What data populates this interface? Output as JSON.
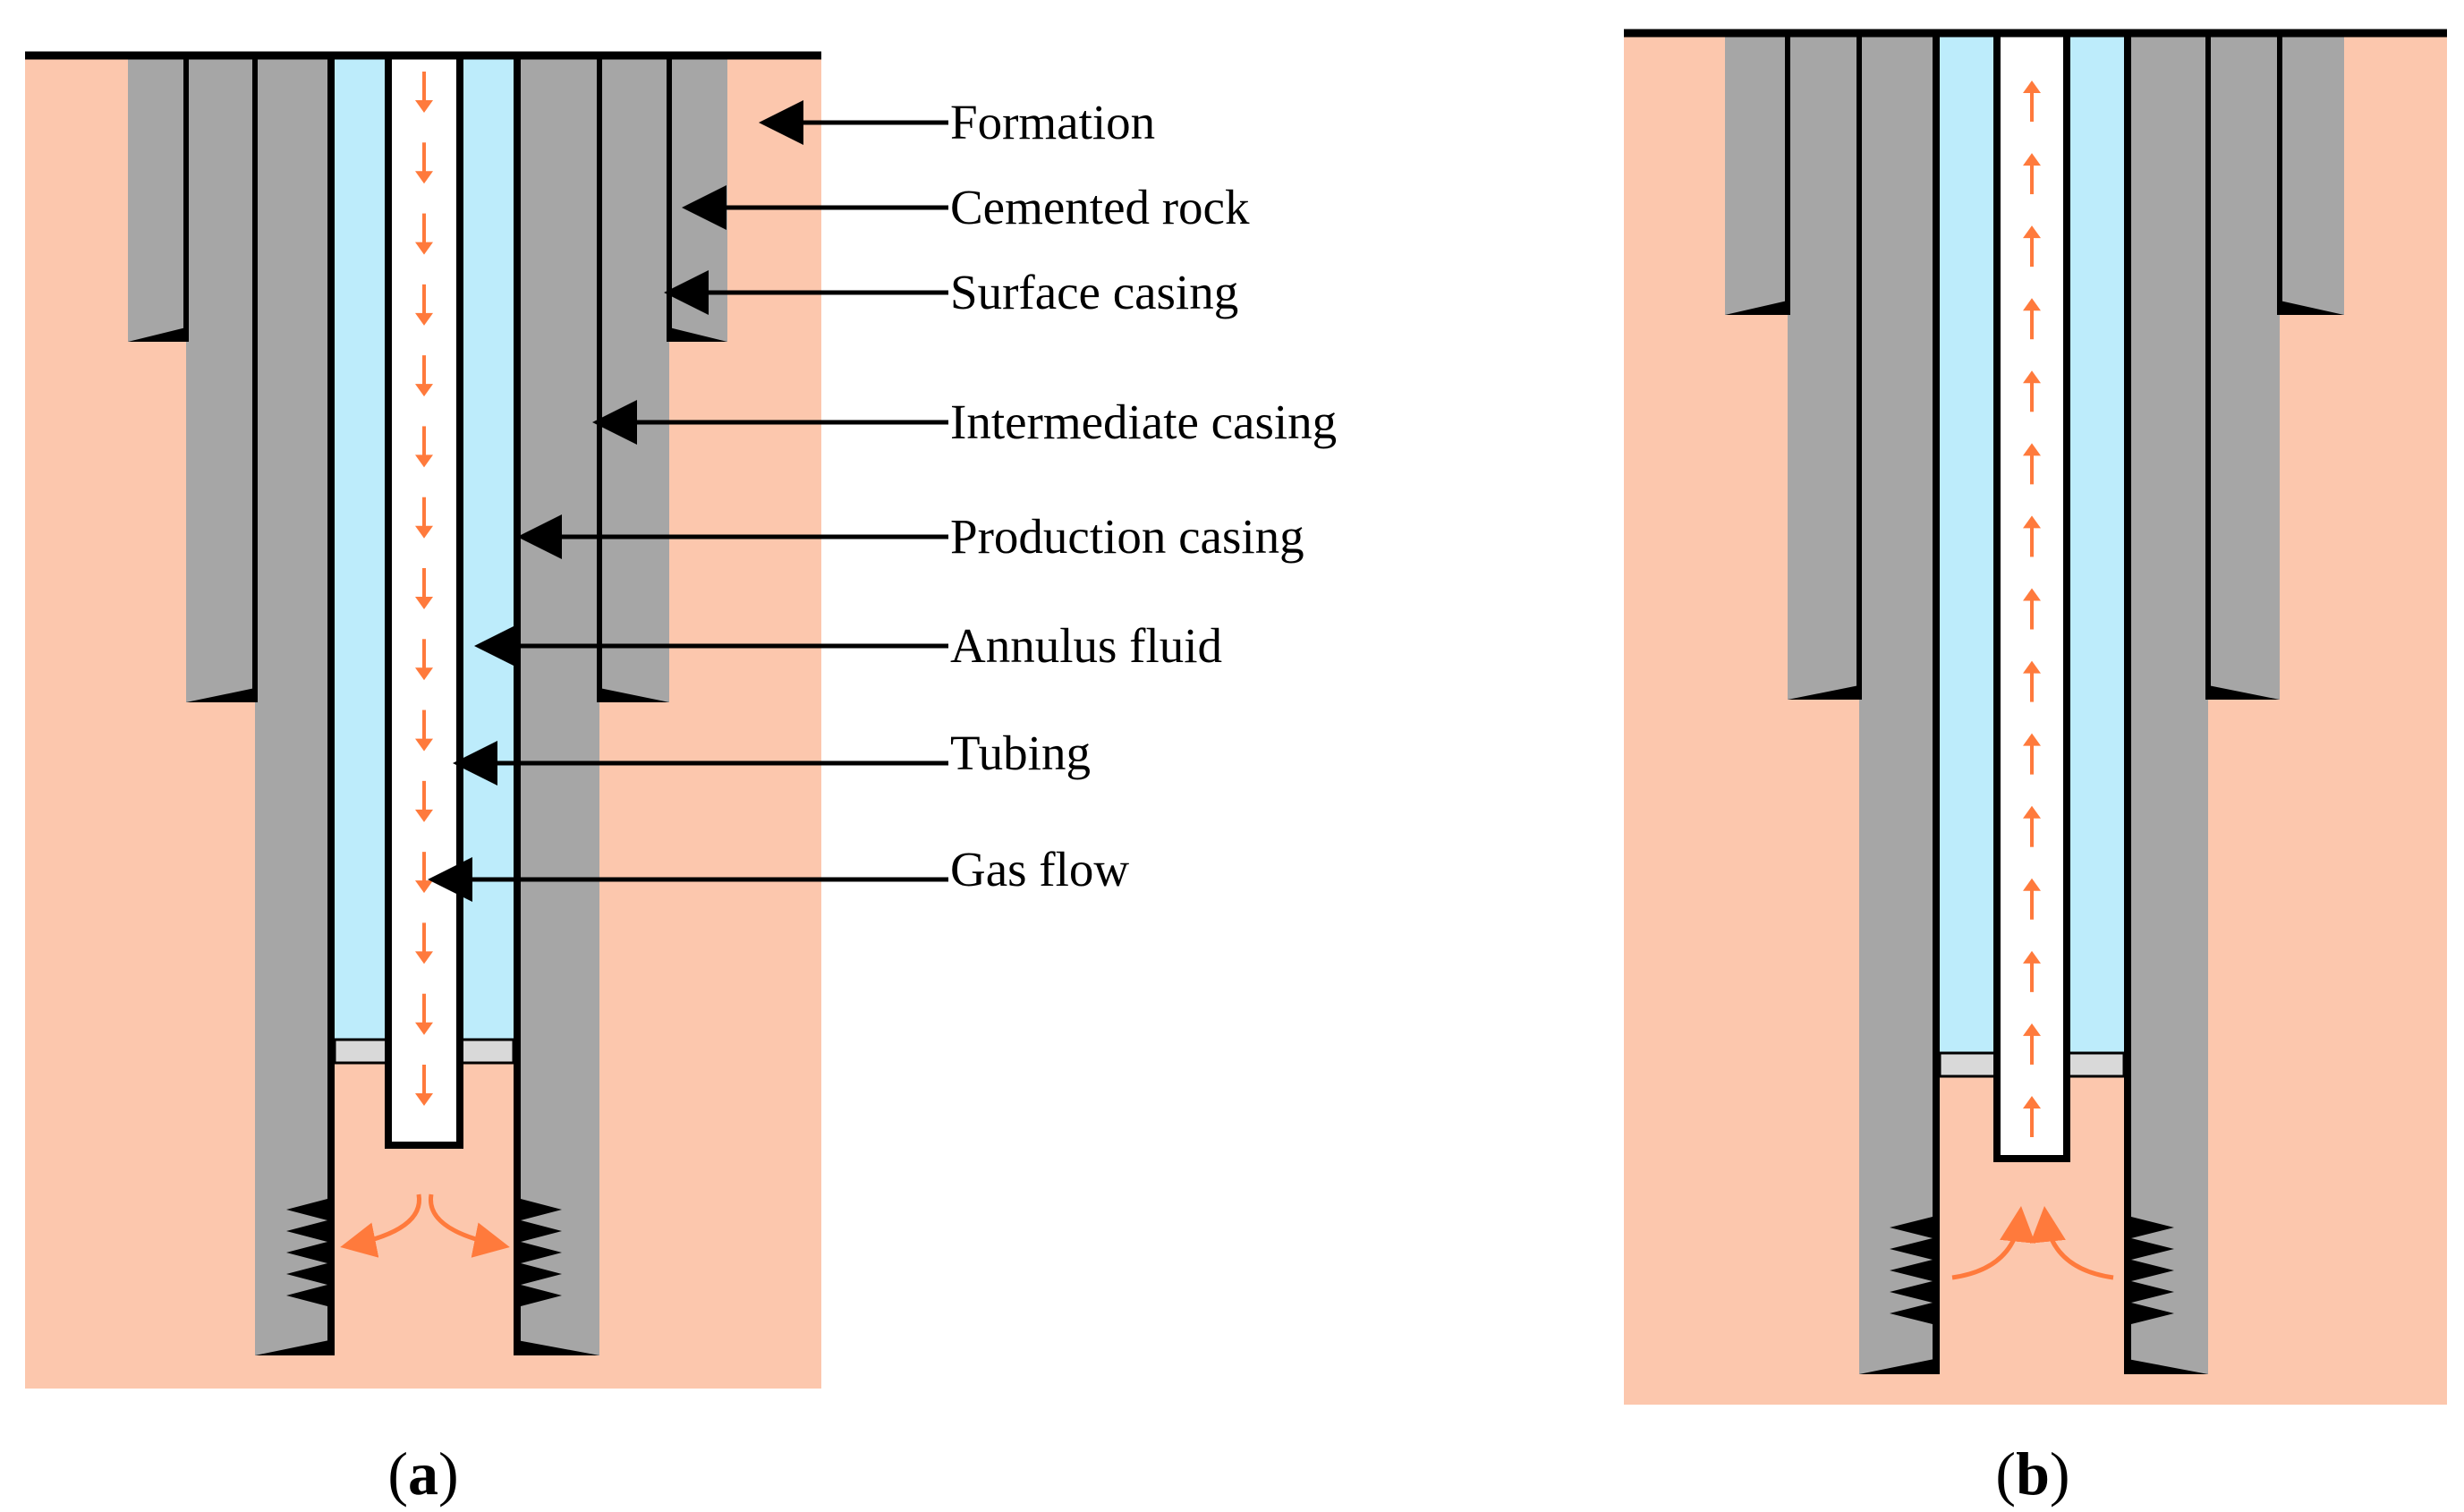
{
  "labels": {
    "formation": "Formation",
    "cemented_rock": "Cemented rock",
    "surface_casing": "Surface casing",
    "intermediate_casing": "Intermediate casing",
    "production_casing": "Production casing",
    "annulus_fluid": "Annulus fluid",
    "tubing": "Tubing",
    "gas_flow": "Gas flow"
  },
  "panels": {
    "a": {
      "open": "(",
      "letter": "a",
      "close": ")",
      "flow": "down"
    },
    "b": {
      "open": "(",
      "letter": "b",
      "close": ")",
      "flow": "up"
    }
  },
  "colors": {
    "formation": "#FCC7AD",
    "cement_steel": "#A6A6A6",
    "annulus_fluid": "#BDECFB",
    "tubing_interior": "#FFFFFF",
    "packer": "#D9D9D9",
    "flow_arrow": "#FF7A3C",
    "outline": "#000000"
  }
}
